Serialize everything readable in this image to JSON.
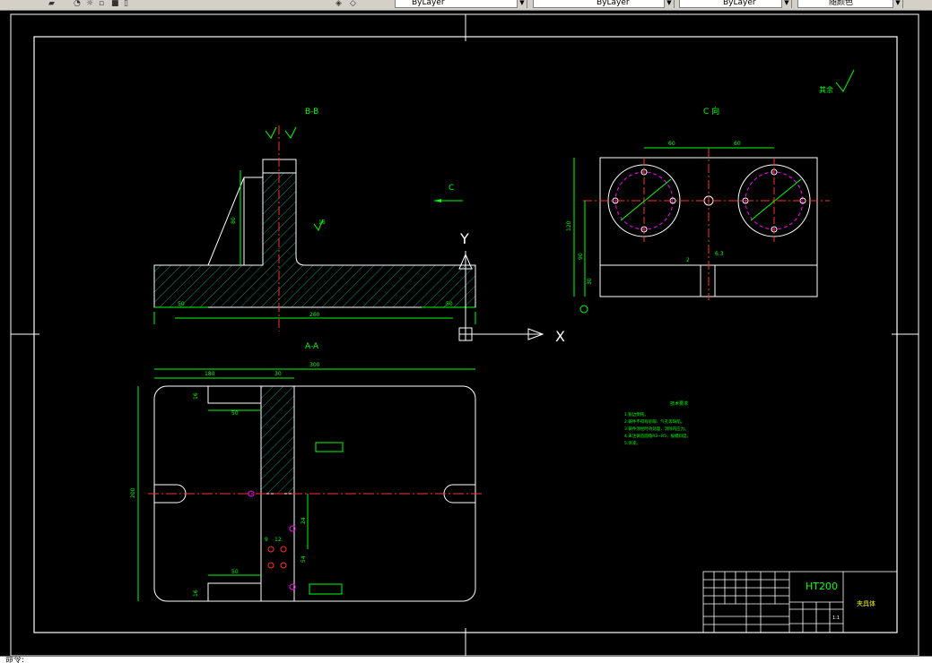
{
  "toolbar": {
    "layer_combo": "ByLayer",
    "linetype_combo": "ByLayer",
    "lineweight_combo": "ByLayer",
    "plotstyle_combo": "随颜色"
  },
  "drawing": {
    "view_bb_title": "B-B",
    "view_c_title": "C 向",
    "view_aa_title": "A-A",
    "arrow_c_label": "C",
    "ucs_y": "Y",
    "ucs_x": "X",
    "roughness_other": "其余",
    "material": "HT200",
    "part_name": "夹具体",
    "notes_title": "技术要求",
    "notes": [
      "1.锐边倒钝。",
      "2.铸件不得有砂眼、气孔等缺陷。",
      "3.铸件须经时效处理，消除内应力。",
      "4.未注铸造圆角R3~R5，拔模斜度。",
      "5.涂漆。"
    ],
    "dims_bb": [
      "50",
      "50",
      "260",
      "80",
      "16",
      "Y"
    ],
    "dims_aa": [
      "180",
      "30",
      "300",
      "16",
      "50",
      "50",
      "16",
      "200",
      "24",
      "54",
      "12",
      "9"
    ],
    "dims_c": [
      "60",
      "60",
      "120",
      "90",
      "30",
      "2",
      "6.3"
    ],
    "scale": "1:1"
  },
  "command": {
    "text": "命令: "
  }
}
